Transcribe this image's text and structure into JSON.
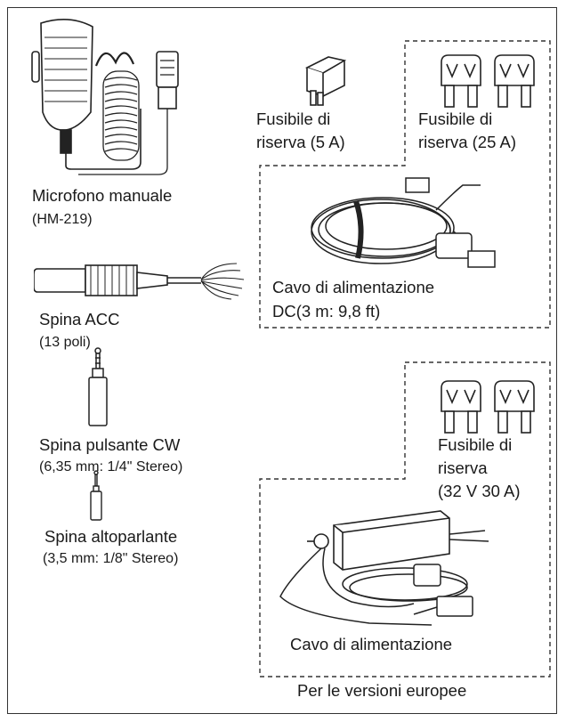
{
  "accessories": {
    "microphone": {
      "name": "Microfono manuale",
      "model": "(HM-219)"
    },
    "acc_plug": {
      "name": "Spina ACC",
      "detail": "(13 poli)"
    },
    "cw_plug": {
      "name": "Spina pulsante CW",
      "detail": "(6,35 mm: 1/4\" Stereo)"
    },
    "speaker_plug": {
      "name": "Spina altoparlante",
      "detail": "(3,5 mm: 1/8\" Stereo)"
    },
    "fuse_5a": {
      "line1": "Fusibile di",
      "line2": "riserva (5 A)"
    },
    "fuse_25a": {
      "line1": "Fusibile di",
      "line2": "riserva (25 A)"
    },
    "dc_cable": {
      "line1": "Cavo di alimentazione",
      "line2": "DC(3 m: 9,8 ft)"
    },
    "fuse_30a": {
      "line1": "Fusibile di",
      "line2": "riserva",
      "line3": "(32 V 30 A)"
    },
    "power_cable": {
      "name": "Cavo di alimentazione"
    },
    "europe_note": "Per le versioni europee"
  }
}
